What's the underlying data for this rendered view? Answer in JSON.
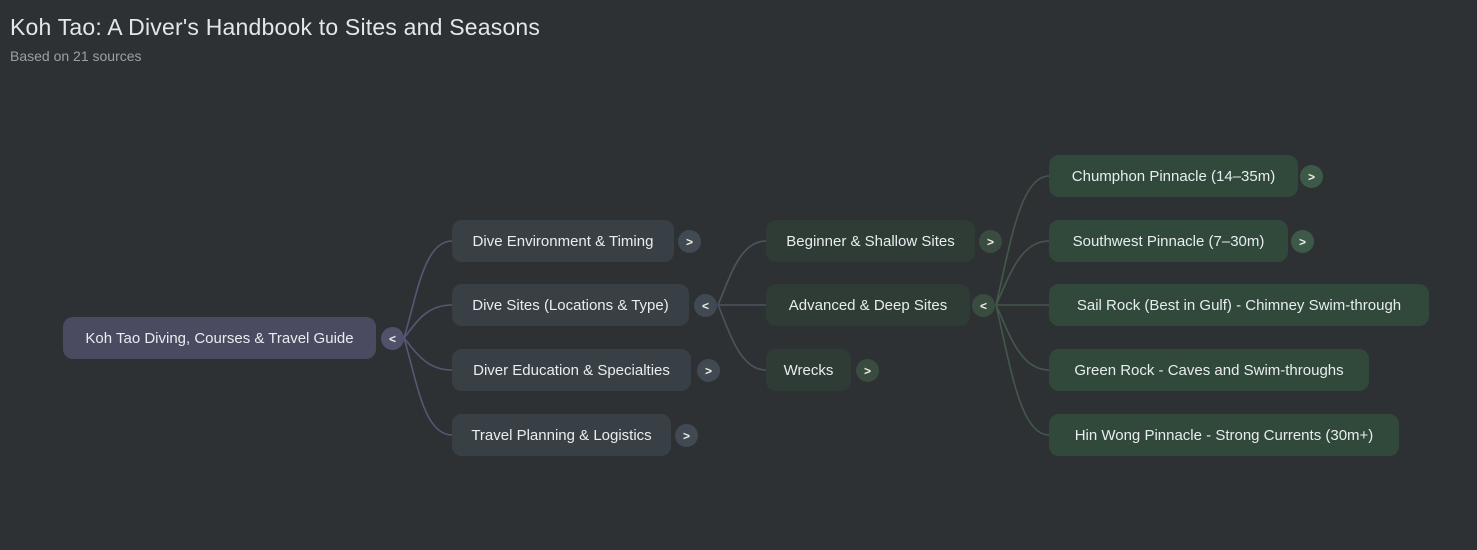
{
  "header": {
    "title": "Koh Tao: A Diver's Handbook to Sites and Seasons",
    "subtitle": "Based on 21 sources",
    "source_count": 21
  },
  "colors": {
    "background": "#2e3134",
    "root_node": "#4a4b61",
    "level2_node": "#394045",
    "level3_node": "#2f3c35",
    "level4_node": "#30493a",
    "root_connector": "#565873",
    "level2_connector": "#4a555e",
    "level3_connector": "#44584a",
    "text": "#e9ecef",
    "subtitle_text": "#9aa0a6"
  },
  "mindmap": {
    "root": {
      "label": "Koh Tao Diving, Courses & Travel Guide",
      "toggle": "<"
    },
    "level2": [
      {
        "label": "Dive Environment & Timing",
        "toggle": ">"
      },
      {
        "label": "Dive Sites (Locations & Type)",
        "toggle": "<"
      },
      {
        "label": "Diver Education & Specialties",
        "toggle": ">"
      },
      {
        "label": "Travel Planning & Logistics",
        "toggle": ">"
      }
    ],
    "level3": [
      {
        "label": "Beginner & Shallow Sites",
        "toggle": ">"
      },
      {
        "label": "Advanced & Deep Sites",
        "toggle": "<"
      },
      {
        "label": "Wrecks",
        "toggle": ">"
      }
    ],
    "level4": [
      {
        "label": "Chumphon Pinnacle (14–35m)",
        "toggle": ">"
      },
      {
        "label": "Southwest Pinnacle (7–30m)",
        "toggle": ">"
      },
      {
        "label": "Sail Rock (Best in Gulf) - Chimney Swim-through"
      },
      {
        "label": "Green Rock - Caves and Swim-throughs"
      },
      {
        "label": "Hin Wong Pinnacle - Strong Currents (30m+)"
      }
    ]
  }
}
